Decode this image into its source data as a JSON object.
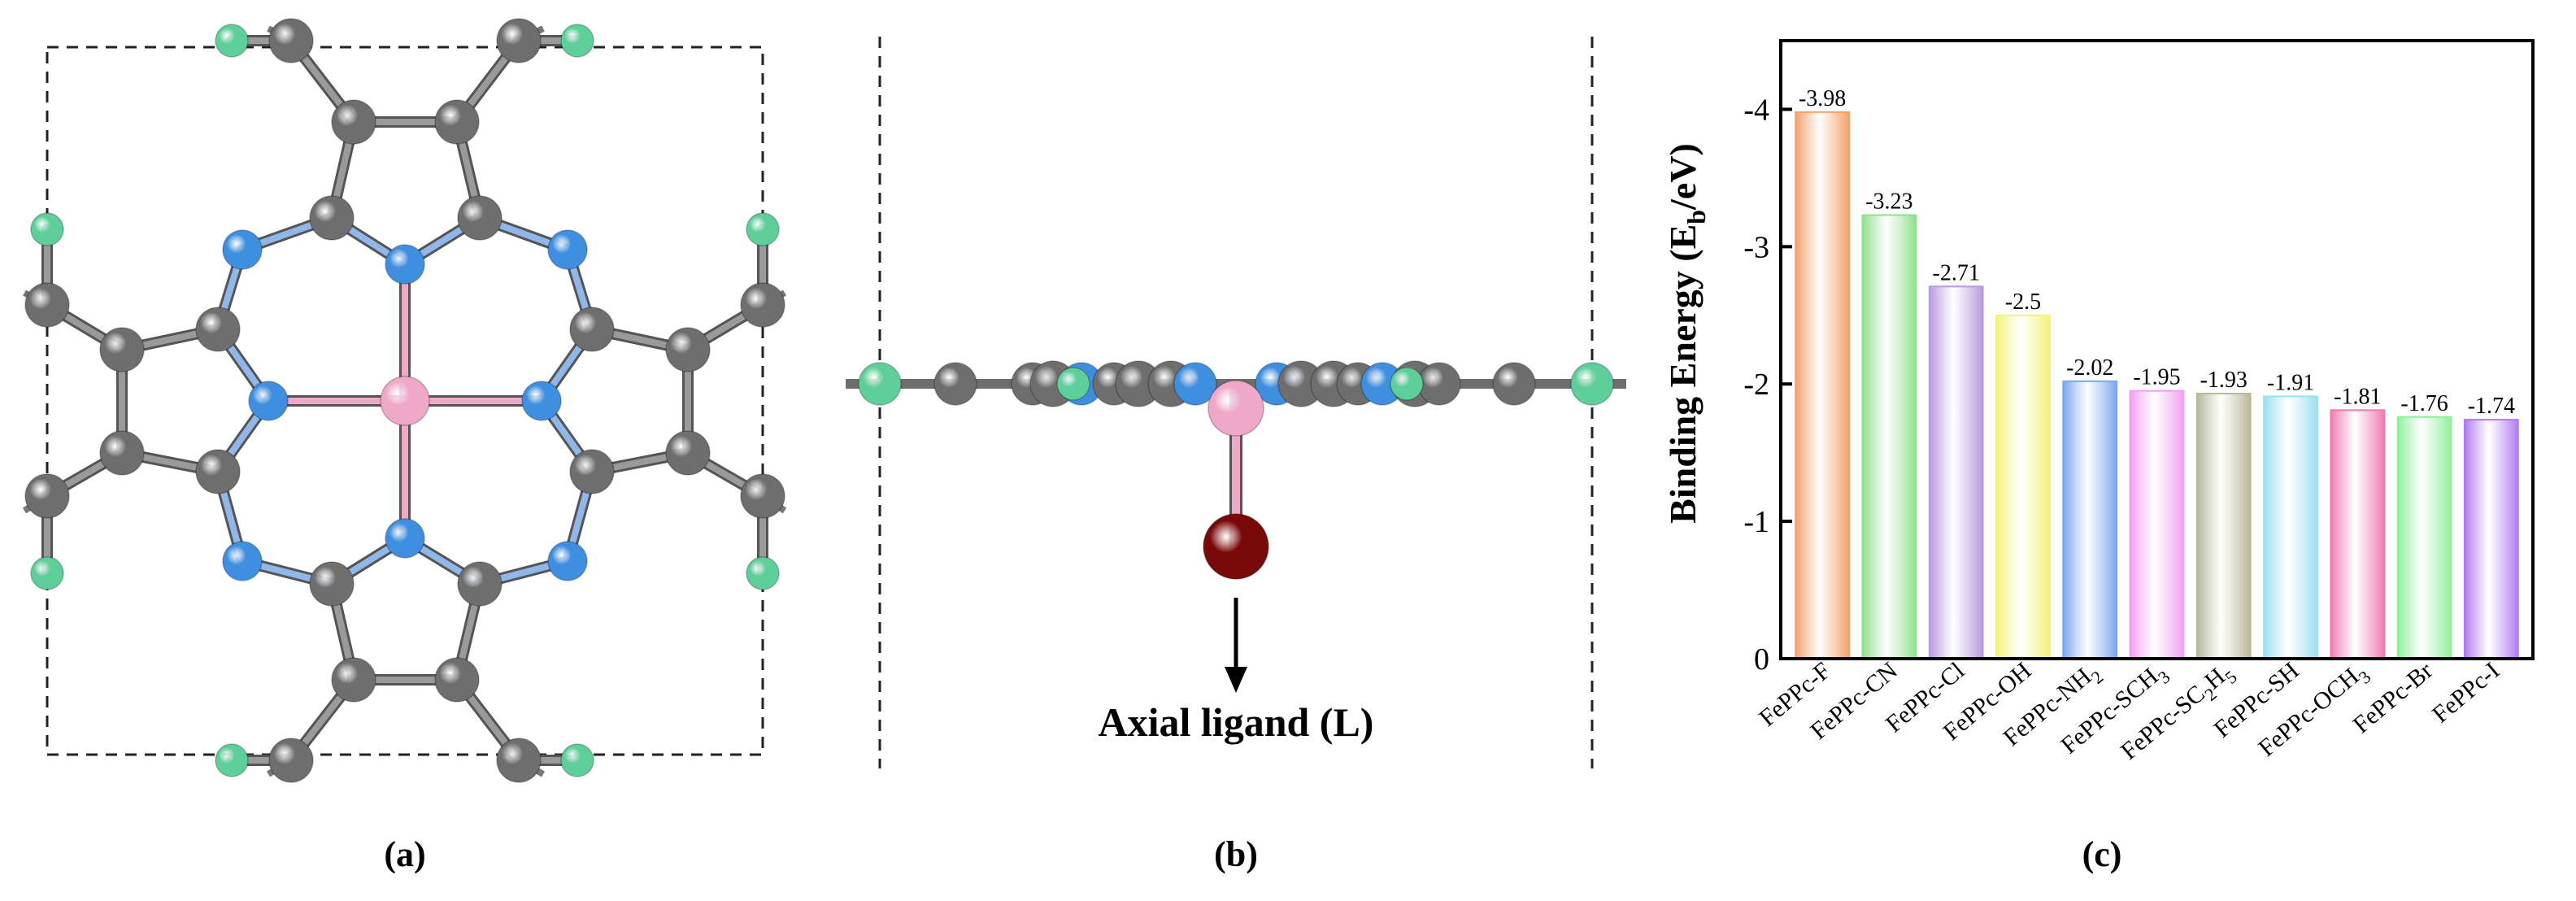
{
  "panels": {
    "a": {
      "caption": "(a)"
    },
    "b": {
      "caption": "(b)",
      "ligand_label": "Axial ligand (L)"
    },
    "c": {
      "caption": "(c)"
    }
  },
  "colors": {
    "carbon": "#6e6e6e",
    "nitrogen": "#3f8fe0",
    "hydrogen": "#5fcf9a",
    "iron": "#f0a8c8",
    "ligand": "#7a0a0a"
  },
  "chart_data": {
    "type": "bar",
    "categories": [
      "FePPc-F",
      "FePPc-CN",
      "FePPc-Cl",
      "FePPc-OH",
      "FePPc-NH2",
      "FePPc-SCH3",
      "FePPc-SC2H5",
      "FePPc-SH",
      "FePPc-OCH3",
      "FePPc-Br",
      "FePPc-I"
    ],
    "category_labels_rich": [
      {
        "base": "FePPc-F",
        "sub": ""
      },
      {
        "base": "FePPc-CN",
        "sub": ""
      },
      {
        "base": "FePPc-Cl",
        "sub": ""
      },
      {
        "base": "FePPc-OH",
        "sub": ""
      },
      {
        "base": "FePPc-NH",
        "sub": "2"
      },
      {
        "base": "FePPc-SCH",
        "sub": "3"
      },
      {
        "base": "FePPc-SC",
        "sub": "2",
        "mid": "H",
        "sub2": "5"
      },
      {
        "base": "FePPc-SH",
        "sub": ""
      },
      {
        "base": "FePPc-OCH",
        "sub": "3"
      },
      {
        "base": "FePPc-Br",
        "sub": ""
      },
      {
        "base": "FePPc-I",
        "sub": ""
      }
    ],
    "values": [
      -3.98,
      -3.23,
      -2.71,
      -2.5,
      -2.02,
      -1.95,
      -1.93,
      -1.91,
      -1.81,
      -1.76,
      -1.74
    ],
    "data_labels": [
      "-3.98",
      "-3.23",
      "-2.71",
      "-2.5",
      "-2.02",
      "-1.95",
      "-1.93",
      "-1.91",
      "-1.81",
      "-1.76",
      "-1.74"
    ],
    "ylabel": "Binding Energy (Eb/eV)",
    "ylabel_parts": {
      "pre": "Binding Energy (E",
      "sub": "b",
      "post": "/eV)"
    },
    "ylim": [
      0,
      -4.5
    ],
    "y_inverted": true,
    "yticks": [
      0,
      -1,
      -2,
      -3,
      -4
    ],
    "ytick_labels": [
      "0",
      "-1",
      "-2",
      "-3",
      "-4"
    ],
    "bar_colors": [
      "#f4a06a",
      "#8fe08f",
      "#b89ae0",
      "#f2f27a",
      "#7aa8f0",
      "#f0a0f0",
      "#b8b89a",
      "#9ae0f0",
      "#f07ab0",
      "#8ff09a",
      "#b27af0"
    ],
    "grid": false,
    "legend": "none"
  }
}
